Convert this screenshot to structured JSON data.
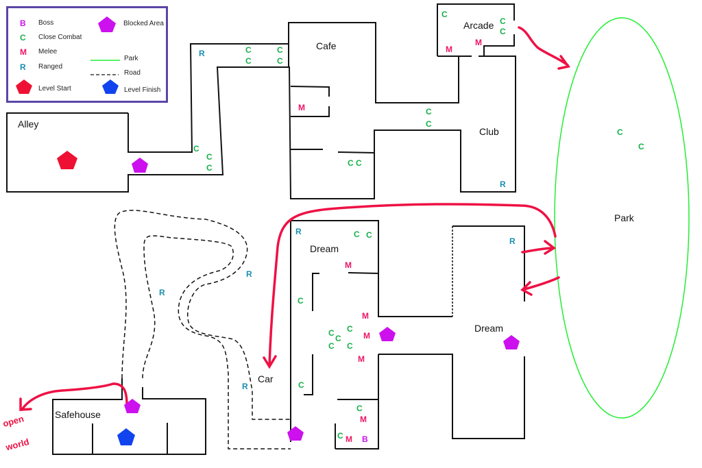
{
  "legend": {
    "boss": {
      "letter": "B",
      "label": "Boss",
      "color": "#cc11ee"
    },
    "close_combat": {
      "letter": "C",
      "label": "Close Combat",
      "color": "#18b04a"
    },
    "melee": {
      "letter": "M",
      "label": "Melee",
      "color": "#ee1566"
    },
    "ranged": {
      "letter": "R",
      "label": "Ranged",
      "color": "#1a8fb0"
    },
    "blocked_area": {
      "label": "Blocked Area",
      "color": "#cc11ee"
    },
    "park": {
      "label": "Park",
      "color": "#22ee33"
    },
    "road": {
      "label": "Road"
    },
    "level_start": {
      "label": "Level Start",
      "color": "#ee1133"
    },
    "level_finish": {
      "label": "Level Finish",
      "color": "#1144ee"
    }
  },
  "locations": {
    "alley": "Alley",
    "cafe": "Cafe",
    "arcade": "Arcade",
    "club": "Club",
    "park": "Park",
    "dream_1": "Dream",
    "dream_2": "Dream",
    "car": "Car",
    "safehouse": "Safehouse"
  },
  "annotation": {
    "open_world_1": "open",
    "open_world_2": "world"
  },
  "enemies": [
    {
      "type": "ranged",
      "letter": "R",
      "zone": "corridor-north"
    },
    {
      "type": "close_combat",
      "letter": "C",
      "zone": "corridor-north"
    },
    {
      "type": "close_combat",
      "letter": "C",
      "zone": "corridor-north"
    },
    {
      "type": "close_combat",
      "letter": "C",
      "zone": "corridor-north"
    },
    {
      "type": "close_combat",
      "letter": "C",
      "zone": "corridor-north"
    },
    {
      "type": "close_combat",
      "letter": "C",
      "zone": "corridor-south"
    },
    {
      "type": "close_combat",
      "letter": "C",
      "zone": "corridor-south"
    },
    {
      "type": "close_combat",
      "letter": "C",
      "zone": "corridor-south"
    },
    {
      "type": "melee",
      "letter": "M",
      "zone": "cafe-room"
    },
    {
      "type": "close_combat",
      "letter": "C",
      "zone": "cafe-lower"
    },
    {
      "type": "close_combat",
      "letter": "C",
      "zone": "cafe-lower"
    },
    {
      "type": "close_combat",
      "letter": "C",
      "zone": "club-entry"
    },
    {
      "type": "close_combat",
      "letter": "C",
      "zone": "club-entry"
    },
    {
      "type": "ranged",
      "letter": "R",
      "zone": "club"
    },
    {
      "type": "close_combat",
      "letter": "C",
      "zone": "arcade"
    },
    {
      "type": "close_combat",
      "letter": "C",
      "zone": "arcade"
    },
    {
      "type": "close_combat",
      "letter": "C",
      "zone": "arcade"
    },
    {
      "type": "melee",
      "letter": "M",
      "zone": "arcade"
    },
    {
      "type": "melee",
      "letter": "M",
      "zone": "arcade"
    },
    {
      "type": "close_combat",
      "letter": "C",
      "zone": "park"
    },
    {
      "type": "close_combat",
      "letter": "C",
      "zone": "park"
    },
    {
      "type": "ranged",
      "letter": "R",
      "zone": "road"
    },
    {
      "type": "ranged",
      "letter": "R",
      "zone": "road"
    },
    {
      "type": "ranged",
      "letter": "R",
      "zone": "road"
    },
    {
      "type": "ranged",
      "letter": "R",
      "zone": "dream-1"
    },
    {
      "type": "close_combat",
      "letter": "C",
      "zone": "dream-1"
    },
    {
      "type": "close_combat",
      "letter": "C",
      "zone": "dream-1"
    },
    {
      "type": "melee",
      "letter": "M",
      "zone": "dream-1"
    },
    {
      "type": "close_combat",
      "letter": "C",
      "zone": "dream-1"
    },
    {
      "type": "melee",
      "letter": "M",
      "zone": "dream-1"
    },
    {
      "type": "melee",
      "letter": "M",
      "zone": "dream-1"
    },
    {
      "type": "melee",
      "letter": "M",
      "zone": "dream-1"
    },
    {
      "type": "close_combat",
      "letter": "C",
      "zone": "dream-1"
    },
    {
      "type": "close_combat",
      "letter": "C",
      "zone": "dream-1"
    },
    {
      "type": "close_combat",
      "letter": "C",
      "zone": "dream-1"
    },
    {
      "type": "close_combat",
      "letter": "C",
      "zone": "dream-1"
    },
    {
      "type": "close_combat",
      "letter": "C",
      "zone": "dream-1"
    },
    {
      "type": "close_combat",
      "letter": "C",
      "zone": "dream-1"
    },
    {
      "type": "close_combat",
      "letter": "C",
      "zone": "boss-room"
    },
    {
      "type": "melee",
      "letter": "M",
      "zone": "boss-room"
    },
    {
      "type": "close_combat",
      "letter": "C",
      "zone": "boss-room"
    },
    {
      "type": "melee",
      "letter": "M",
      "zone": "boss-room"
    },
    {
      "type": "boss",
      "letter": "B",
      "zone": "boss-room"
    },
    {
      "type": "ranged",
      "letter": "R",
      "zone": "dream-2"
    }
  ],
  "colors": {
    "wall": "#111111",
    "arrow": "#ee1144",
    "legend_border": "#5b45a6"
  }
}
